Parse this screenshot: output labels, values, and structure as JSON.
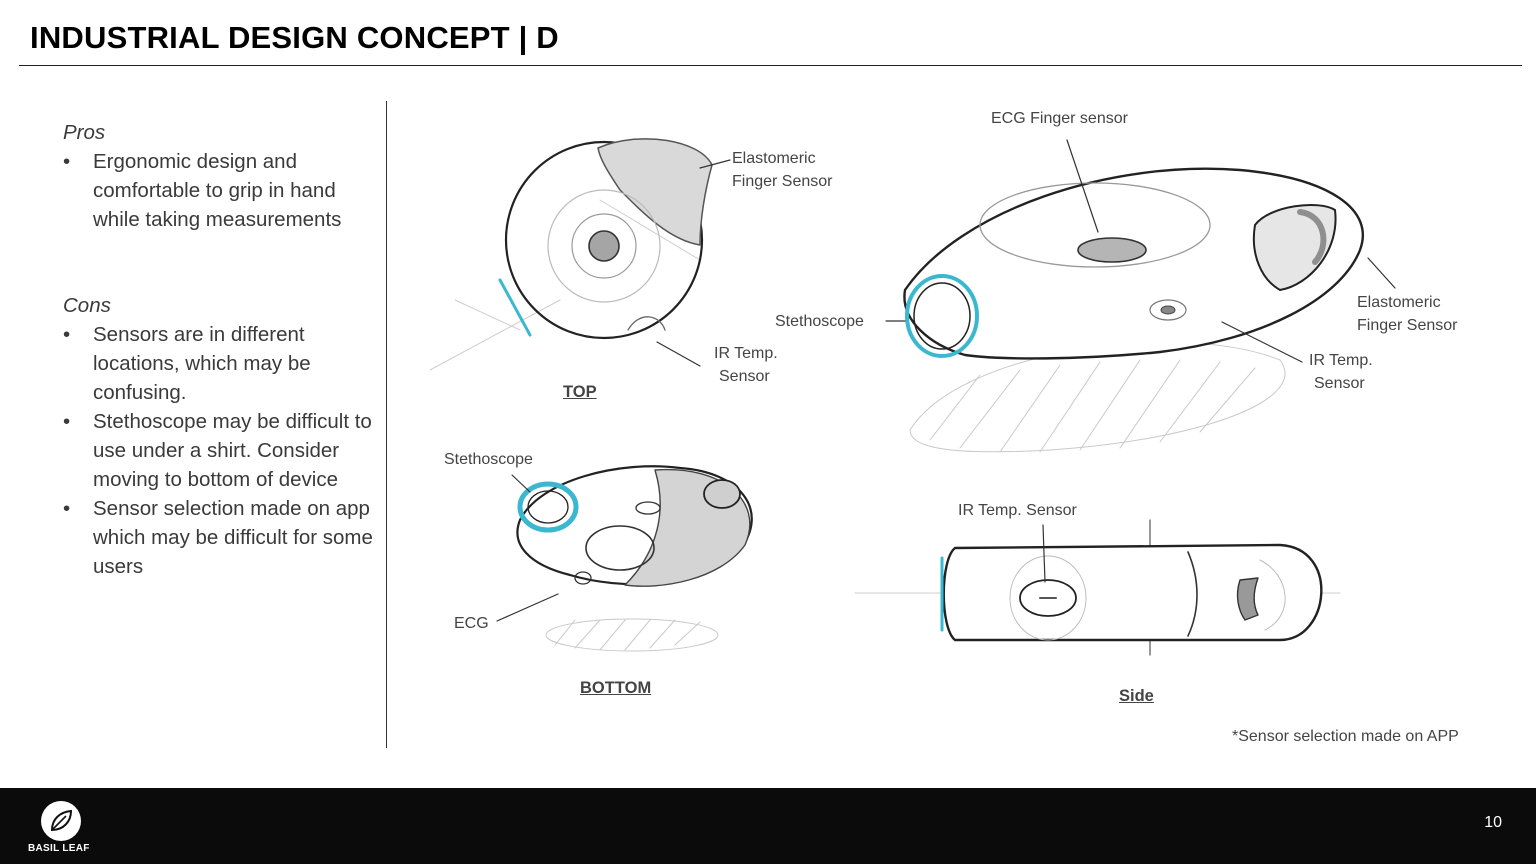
{
  "slide": {
    "title": "INDUSTRIAL DESIGN CONCEPT | D",
    "page_number": "10",
    "footnote": "*Sensor selection made on APP"
  },
  "pros": {
    "heading": "Pros",
    "items": [
      "Ergonomic design and comfortable to grip in hand while taking measurements"
    ]
  },
  "cons": {
    "heading": "Cons",
    "items": [
      "Sensors are in different locations,  which may be confusing.",
      "Stethoscope may be difficult to use under a shirt. Consider moving to bottom of device",
      "Sensor selection made on app which may be difficult for some users"
    ]
  },
  "views": {
    "top": {
      "caption": "TOP",
      "label_elastomeric_1": "Elastomeric",
      "label_elastomeric_2": "Finger Sensor",
      "label_ir_1": "IR Temp.",
      "label_ir_2": "Sensor"
    },
    "iso": {
      "label_ecg": "ECG Finger sensor",
      "label_stethoscope": "Stethoscope",
      "label_elastomeric_1": "Elastomeric",
      "label_elastomeric_2": "Finger Sensor",
      "label_ir_1": "IR Temp.",
      "label_ir_2": "Sensor"
    },
    "bottom": {
      "caption": "BOTTOM",
      "label_stethoscope": "Stethoscope",
      "label_ecg": "ECG"
    },
    "side": {
      "caption": "Side",
      "label_ir": "IR Temp. Sensor"
    }
  },
  "brand": {
    "name": "BASIL LEAF"
  },
  "colors": {
    "accent_cyan": "#3bb8d0",
    "footer_bg": "#0b0b0b"
  }
}
